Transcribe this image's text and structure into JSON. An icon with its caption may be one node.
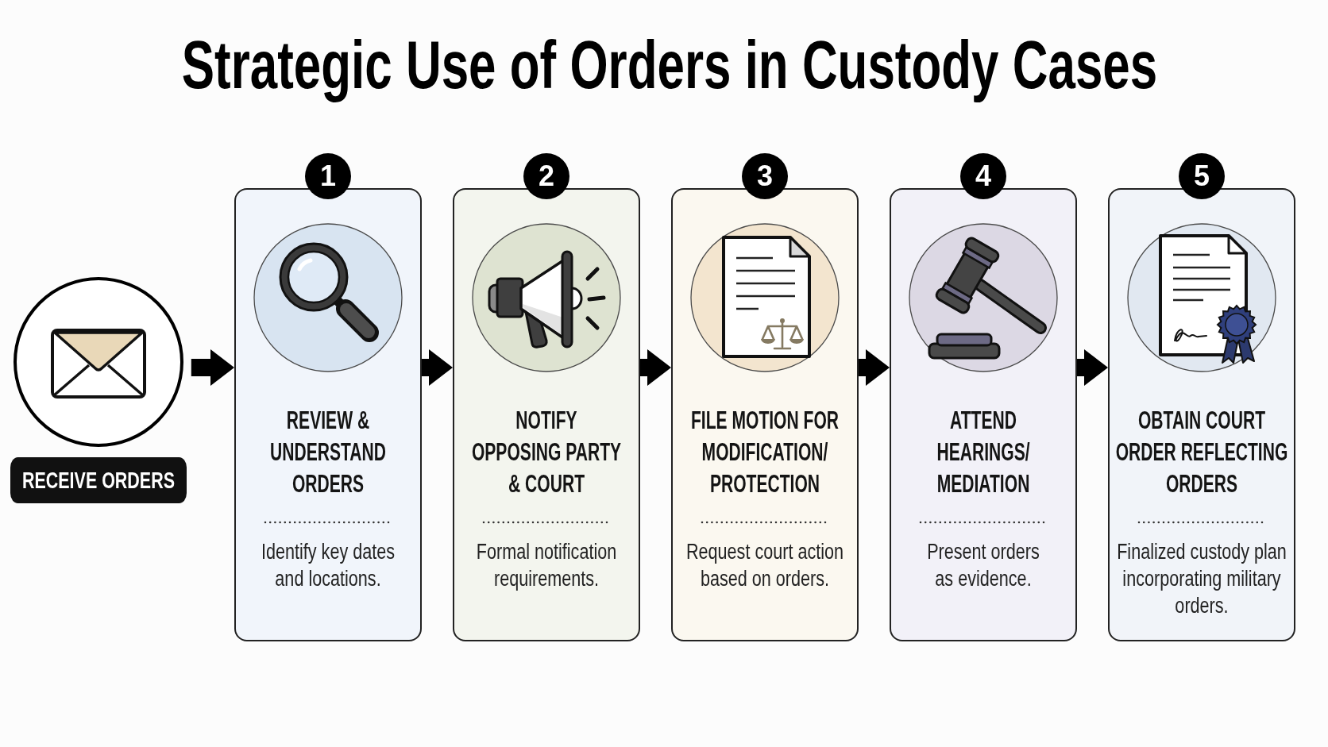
{
  "diagram": {
    "title": "Strategic Use of Orders in Custody Cases",
    "nodes": [
      {
        "text": [
          "RECEIVE ORDERS"
        ]
      },
      {
        "text": [
          "1",
          "REVIEW & UNDERSTAND ORDERS",
          "Identify key dates and locations."
        ]
      },
      {
        "text": [
          "2",
          "NOTIFY OPPOSING PARTY & COURT",
          "Formal notification requirements."
        ]
      },
      {
        "text": [
          "3",
          "FILE MOTION FOR MODIFICATION/ PROTECTION",
          "Request court action based on orders."
        ]
      },
      {
        "text": [
          "4",
          "ATTEND HEARINGS/ MEDIATION",
          "Present orders as evidence."
        ]
      },
      {
        "text": [
          "5",
          "OBTAIN COURT ORDER REFLECTING ORDERS",
          "Finalized custody plan incorporating military orders."
        ]
      }
    ],
    "edges": [
      {
        "from": 0,
        "to": 1,
        "arrow": "to"
      },
      {
        "from": 1,
        "to": 2,
        "arrow": "to"
      },
      {
        "from": 2,
        "to": 3,
        "arrow": "to"
      },
      {
        "from": 3,
        "to": 4,
        "arrow": "to"
      },
      {
        "from": 4,
        "to": 5,
        "arrow": "to"
      }
    ]
  }
}
